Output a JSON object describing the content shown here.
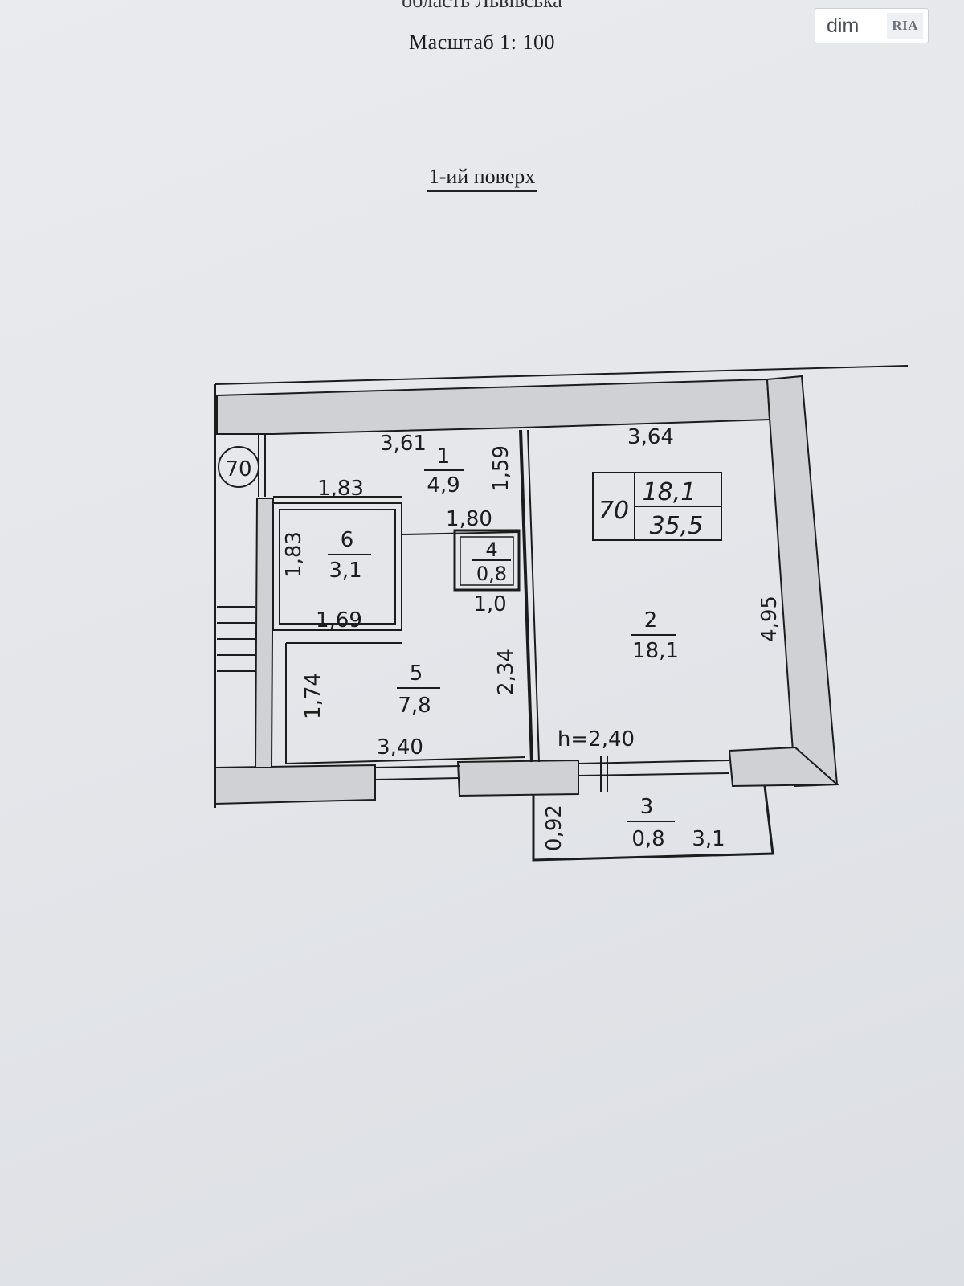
{
  "header": {
    "region": "область Львівська",
    "scale": "Масштаб 1: 100",
    "floor": "1-ий поверх"
  },
  "watermark": {
    "left": "dim",
    "right": "RIA"
  },
  "plan": {
    "building_number": "70",
    "apartment": {
      "number": "70",
      "living_area": "18,1",
      "total_area": "35,5"
    },
    "ceiling_height": "h=2,40",
    "rooms": [
      {
        "number": "1",
        "area": "4,9"
      },
      {
        "number": "2",
        "area": "18,1"
      },
      {
        "number": "3",
        "area": "0,8"
      },
      {
        "number": "4",
        "area": "0,8"
      },
      {
        "number": "5",
        "area": "7,8"
      },
      {
        "number": "6",
        "area": "3,1"
      }
    ],
    "dimensions": {
      "d361": "3,61",
      "d364": "3,64",
      "d183_top": "1,83",
      "d183_side": "1,83",
      "d159": "1,59",
      "d180": "1,80",
      "d10": "1,0",
      "d169": "1,69",
      "d174": "1,74",
      "d234": "2,34",
      "d340": "3,40",
      "d495": "4,95",
      "d092": "0,92",
      "d31": "3,1"
    }
  }
}
